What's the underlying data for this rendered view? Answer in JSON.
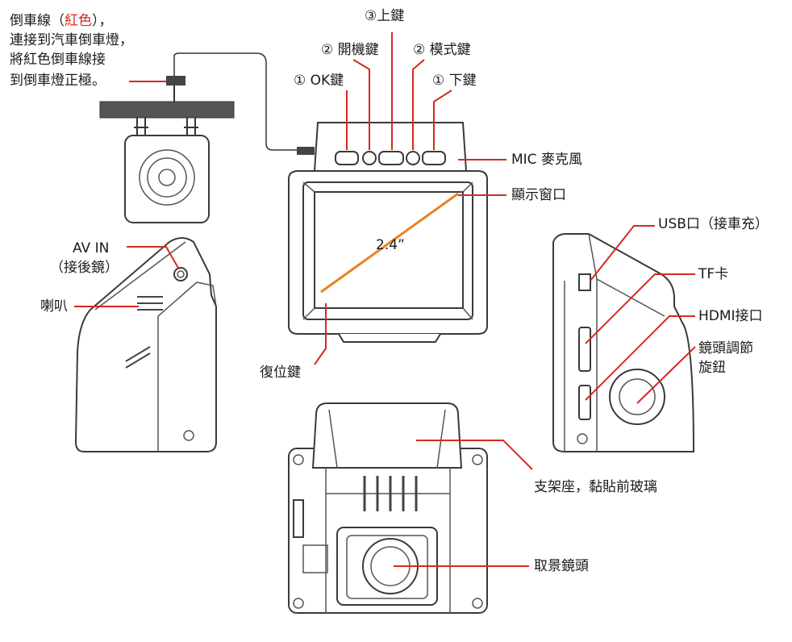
{
  "labels": {
    "reverse_wire_1": "倒車線（",
    "reverse_wire_red": "紅色",
    "reverse_wire_2": "），",
    "reverse_wire_line2": "連接到汽車倒車燈，",
    "reverse_wire_line3": "將紅色倒車線接",
    "reverse_wire_line4": "到倒車燈正極。",
    "up_key": "③上鍵",
    "power_key": "② 開機鍵",
    "mode_key": "② 模式鍵",
    "ok_key": "① OK鍵",
    "down_key": "① 下鍵",
    "mic": "MIC 麥克風",
    "display": "顯示窗口",
    "screen_size": "2.4”",
    "reset_key": "復位鍵",
    "av_in": "AV IN",
    "av_in_sub": "（接後鏡）",
    "speaker": "喇叭",
    "usb": "USB口（接車充）",
    "tf": "TF卡",
    "hdmi": "HDMI接口",
    "lens_knob_1": "鏡頭調節",
    "lens_knob_2": "旋鈕",
    "mount": "支架座，黏貼前玻璃",
    "camera_lens": "取景鏡頭"
  },
  "colors": {
    "accent_red": "#d8291f",
    "screen_diagonal": "#e8821e",
    "device_stroke": "#3a3a3a"
  }
}
